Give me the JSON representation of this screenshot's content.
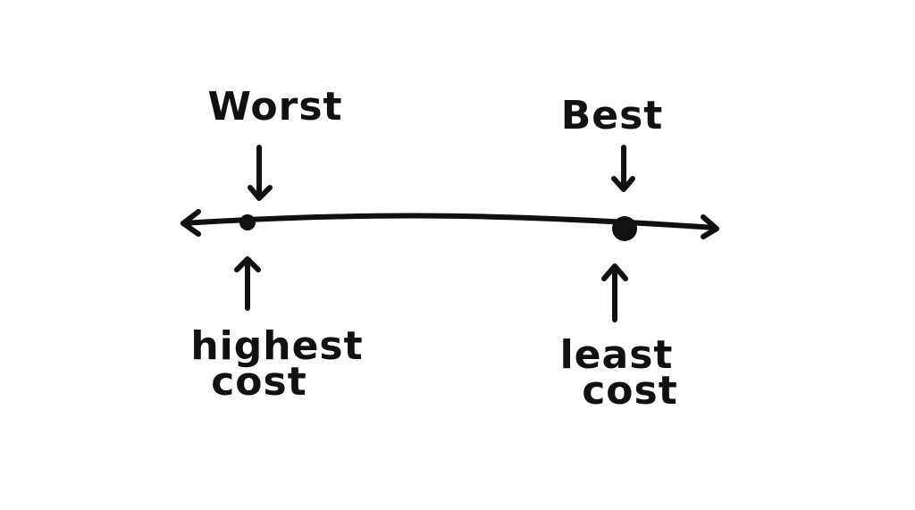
{
  "labels": {
    "worst": "Worst",
    "best": "Best",
    "highest_cost": [
      "highest",
      "cost"
    ],
    "least_cost": [
      "least",
      "cost"
    ]
  },
  "colors": {
    "ink": "#111111",
    "background": "#ffffff"
  }
}
